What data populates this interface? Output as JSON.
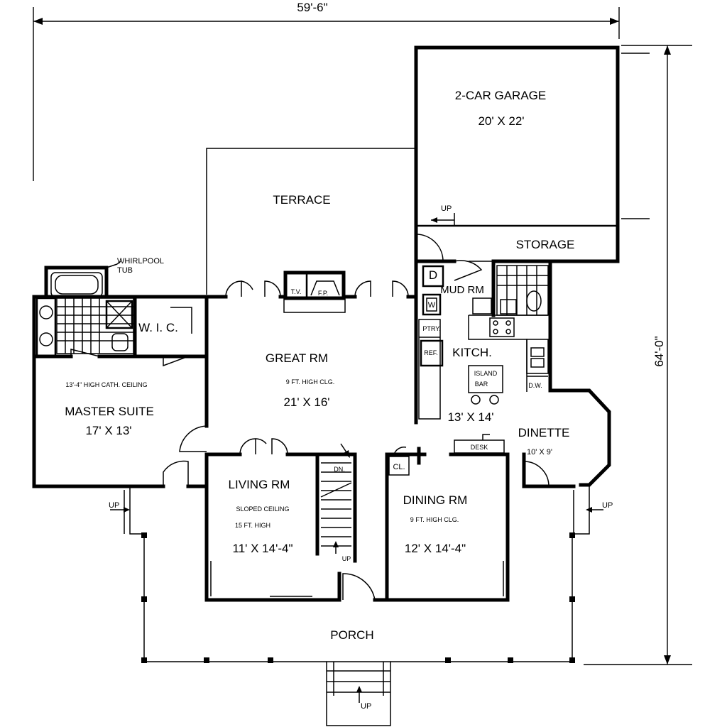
{
  "dimensions": {
    "width": "59'-6\"",
    "depth": "64'-0\""
  },
  "rooms": {
    "garage": {
      "name": "2-CAR GARAGE",
      "size": "20' X 22'"
    },
    "terrace": {
      "name": "TERRACE"
    },
    "storage": {
      "name": "STORAGE"
    },
    "whirlpool": {
      "line1": "WHIRLPOOL",
      "line2": "TUB"
    },
    "wic": {
      "name": "W. I. C."
    },
    "mudrm": {
      "name": "MUD RM"
    },
    "tv": {
      "name": "T.V."
    },
    "fp": {
      "name": "F.P."
    },
    "dryer": {
      "name": "D"
    },
    "washer": {
      "name": "W"
    },
    "pantry": {
      "name": "PTRY."
    },
    "ref": {
      "name": "REF."
    },
    "kitchen": {
      "name": "KITCH.",
      "size": "13' X 14'"
    },
    "island": {
      "line1": "ISLAND",
      "line2": "BAR"
    },
    "dw": {
      "name": "D.W."
    },
    "great": {
      "name": "GREAT RM",
      "ceiling": "9 FT. HIGH CLG.",
      "size": "21' X 16'"
    },
    "master": {
      "ceiling": "13'-4\" HIGH CATH. CEILING",
      "name": "MASTER SUITE",
      "size": "17' X 13'"
    },
    "dinette": {
      "name": "DINETTE",
      "size": "10' X 9'"
    },
    "desk": {
      "name": "DESK"
    },
    "closet": {
      "name": "CL."
    },
    "stair": {
      "down": "DN.",
      "up": "UP"
    },
    "living": {
      "name": "LIVING RM",
      "ceiling1": "SLOPED CEILING",
      "ceiling2": "15 FT. HIGH",
      "size": "11' X 14'-4\""
    },
    "dining": {
      "name": "DINING RM",
      "ceiling": "9 FT. HIGH CLG.",
      "size": "12' X 14'-4\""
    },
    "porch": {
      "name": "PORCH"
    }
  },
  "up_labels": {
    "garage": "UP",
    "left": "UP",
    "right": "UP",
    "front": "UP"
  }
}
